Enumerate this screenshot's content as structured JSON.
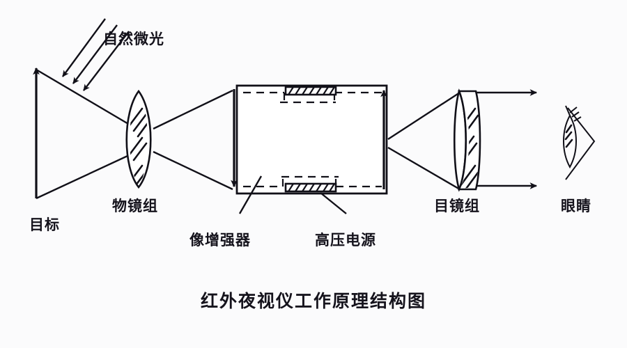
{
  "figure": {
    "caption": "红外夜视仪工作原理结构图",
    "background_color": "#fbfbfc",
    "ink_color": "#111018"
  },
  "labels": {
    "ambient_light": "自然微光",
    "target": "目标",
    "objective_lens": "物镜组",
    "image_intensifier": "像增强器",
    "high_voltage_supply": "高压电源",
    "eyepiece_lens": "目镜组",
    "eye": "眼睛"
  },
  "components": [
    {
      "id": "target",
      "name": "目标",
      "type": "object-arrow",
      "note": "vertical upward arrow at far left"
    },
    {
      "id": "objective",
      "name": "物镜组",
      "type": "biconvex-lens",
      "elements": 1
    },
    {
      "id": "intensifier",
      "name": "像增强器",
      "type": "rectangular-tube",
      "note": "dashed inner envelope with two hatched electrodes"
    },
    {
      "id": "hv-supply",
      "name": "高压电源",
      "type": "hatched-electrode",
      "count": 2
    },
    {
      "id": "eyepiece",
      "name": "目镜组",
      "type": "doublet-lens",
      "elements": 2
    },
    {
      "id": "eye",
      "name": "眼睛",
      "type": "eye-symbol"
    }
  ],
  "rays": {
    "incoming_count": 3,
    "incoming_label": "自然微光",
    "outgoing_count": 2,
    "direction": "left-to-right"
  }
}
